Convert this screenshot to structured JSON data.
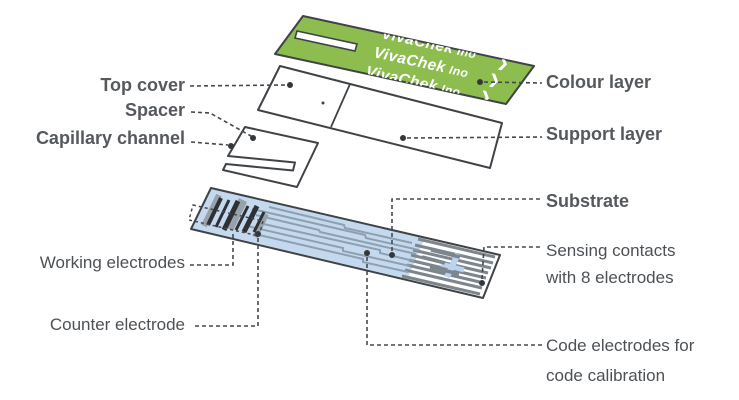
{
  "strip_brand": {
    "name": "VivaChek",
    "suffix": "Ino",
    "chevron": "❯"
  },
  "labels": {
    "top_cover": "Top cover",
    "spacer": "Spacer",
    "capillary_channel": "Capillary channel",
    "colour_layer": "Colour layer",
    "support_layer": "Support layer",
    "substrate": "Substrate",
    "working_electrodes": "Working electrodes",
    "counter_electrode": "Counter electrode",
    "sensing_contacts_line1": "Sensing contacts",
    "sensing_contacts_line2": "with 8 electrodes",
    "code_electrodes_line1": "Code electrodes for",
    "code_electrodes_line2": "code calibration"
  },
  "colors": {
    "colour_layer_green": "#8dbd4f",
    "substrate_blue": "#c5d9ee",
    "trace_gray": "#8da0b2",
    "contact_gray": "#7d858d",
    "electrode_dark": "#2d3135",
    "outline_dark": "#3f4347",
    "label_text": "#53575c",
    "leader_line": "#45494d",
    "background": "#ffffff"
  }
}
